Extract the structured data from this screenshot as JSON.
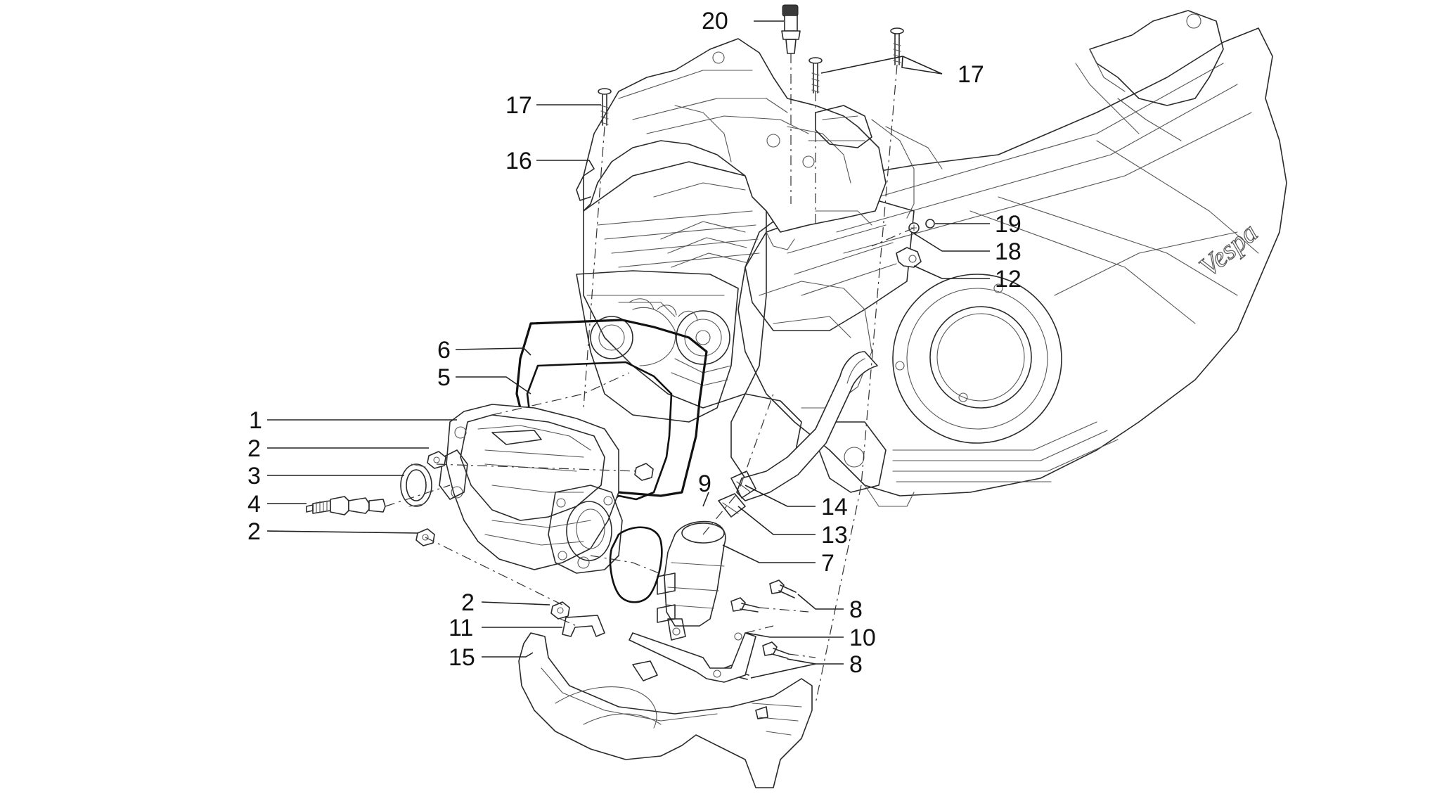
{
  "diagram": {
    "type": "exploded-parts-diagram",
    "colors": {
      "line": "#2a2a2a",
      "background": "#ffffff"
    },
    "labels": [
      {
        "id": "l20",
        "text": "20"
      },
      {
        "id": "l17a",
        "text": "17"
      },
      {
        "id": "l17b",
        "text": "17"
      },
      {
        "id": "l16",
        "text": "16"
      },
      {
        "id": "l19",
        "text": "19"
      },
      {
        "id": "l18",
        "text": "18"
      },
      {
        "id": "l12",
        "text": "12"
      },
      {
        "id": "l6",
        "text": "6"
      },
      {
        "id": "l5",
        "text": "5"
      },
      {
        "id": "l1",
        "text": "1"
      },
      {
        "id": "l2a",
        "text": "2"
      },
      {
        "id": "l3",
        "text": "3"
      },
      {
        "id": "l4",
        "text": "4"
      },
      {
        "id": "l2b",
        "text": "2"
      },
      {
        "id": "l9",
        "text": "9"
      },
      {
        "id": "l14",
        "text": "14"
      },
      {
        "id": "l13",
        "text": "13"
      },
      {
        "id": "l7",
        "text": "7"
      },
      {
        "id": "l2c",
        "text": "2"
      },
      {
        "id": "l8a",
        "text": "8"
      },
      {
        "id": "l11",
        "text": "11"
      },
      {
        "id": "l10",
        "text": "10"
      },
      {
        "id": "l15",
        "text": "15"
      },
      {
        "id": "l8b",
        "text": "8"
      }
    ],
    "engine_logo": "Vespa"
  }
}
